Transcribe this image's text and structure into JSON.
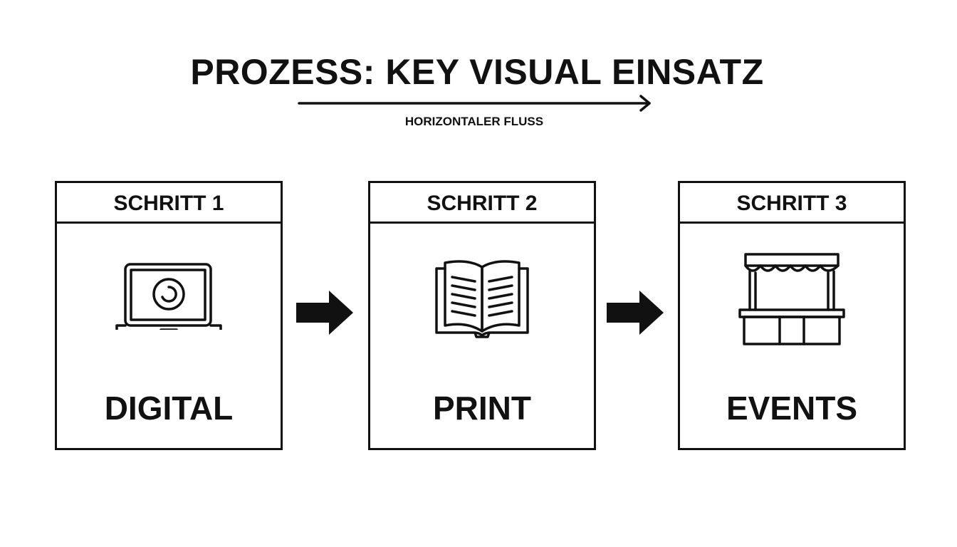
{
  "title": "PROZESS: KEY VISUAL EINSATZ",
  "subtitle": "HORIZONTALER FLUSS",
  "steps": [
    {
      "header": "SCHRITT 1",
      "label": "DIGITAL",
      "icon": "laptop-icon"
    },
    {
      "header": "SCHRITT 2",
      "label": "PRINT",
      "icon": "open-book-icon"
    },
    {
      "header": "SCHRITT 3",
      "label": "EVENTS",
      "icon": "market-stall-icon"
    }
  ],
  "colors": {
    "ink": "#111111",
    "background": "#ffffff"
  }
}
